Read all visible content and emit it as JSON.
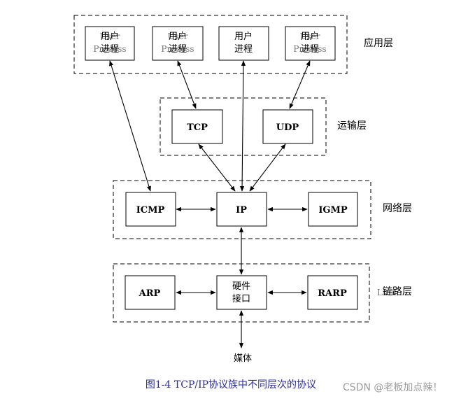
{
  "layers": {
    "app": "应用层",
    "transport": "运输层",
    "network": "网络层",
    "link": "链路层",
    "link_ghost": "Link"
  },
  "nodes": {
    "user_process_1": {
      "line1": "用户",
      "line2": "进程",
      "ghost1": "User",
      "ghost2": "Process"
    },
    "user_process_2": {
      "line1": "用户",
      "line2": "进程",
      "ghost1": "User",
      "ghost2": "Process"
    },
    "user_process_3": {
      "line1": "用户",
      "line2": "进程"
    },
    "user_process_4": {
      "line1": "用户",
      "line2": "进程",
      "ghost1": "User",
      "ghost2": "Process"
    },
    "tcp": "TCP",
    "udp": "UDP",
    "icmp": "ICMP",
    "ip": "IP",
    "igmp": "IGMP",
    "arp": "ARP",
    "hw_interface": {
      "line1": "硬件",
      "line2": "接口"
    },
    "rarp": "RARP"
  },
  "medium": "媒体",
  "caption": "图1-4 TCP/IP协议族中不同层次的协议",
  "watermark": "CSDN @老板加点辣！"
}
